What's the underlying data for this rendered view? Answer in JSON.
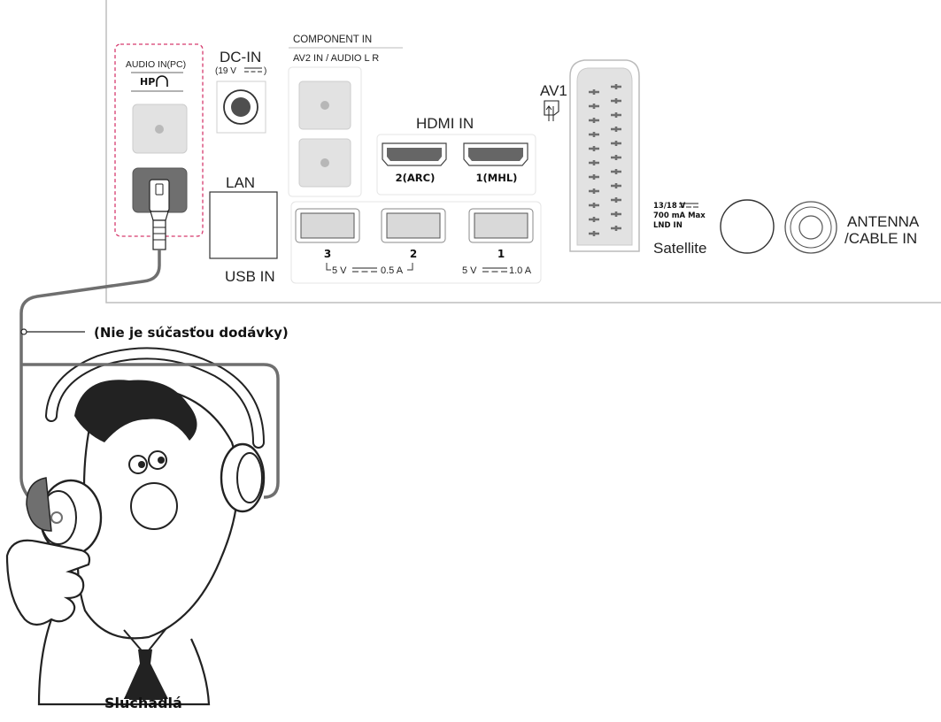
{
  "panel": {
    "audio_in_pc": "AUDIO IN(PC)",
    "hp": "HP",
    "dc_in": "DC-IN",
    "dc_in_voltage": "(19 V",
    "component_in": "COMPONENT IN",
    "av2_audio": "AV2 IN / AUDIO L R",
    "lan": "LAN",
    "usb_in": "USB IN",
    "hdmi_in": "HDMI IN",
    "hdmi_ports": [
      "2(ARC)",
      "1(MHL)"
    ],
    "usb_ports": [
      "3",
      "2",
      "1"
    ],
    "usb_power_left": "5 V",
    "usb_power_left_current": "0.5 A",
    "usb_power_right": "5 V",
    "usb_power_right_current": "1.0 A",
    "av1": "AV1",
    "satellite_spec_1": "13/18 V",
    "satellite_spec_2": "700 mA Max",
    "satellite_spec_3": "LND IN",
    "satellite": "Satellite",
    "antenna_1": "ANTENNA",
    "antenna_2": "/CABLE IN"
  },
  "callout": {
    "not_included": "(Nie je súčasťou dodávky)",
    "headphones": "Slúchadlá"
  },
  "colors": {
    "highlight": "#d63a6e",
    "cable": "#6f6f6f",
    "jack_gray": "#e2e2e2"
  },
  "icons": [
    "headphone-icon",
    "scart-icon",
    "dc-symbol-icon"
  ]
}
